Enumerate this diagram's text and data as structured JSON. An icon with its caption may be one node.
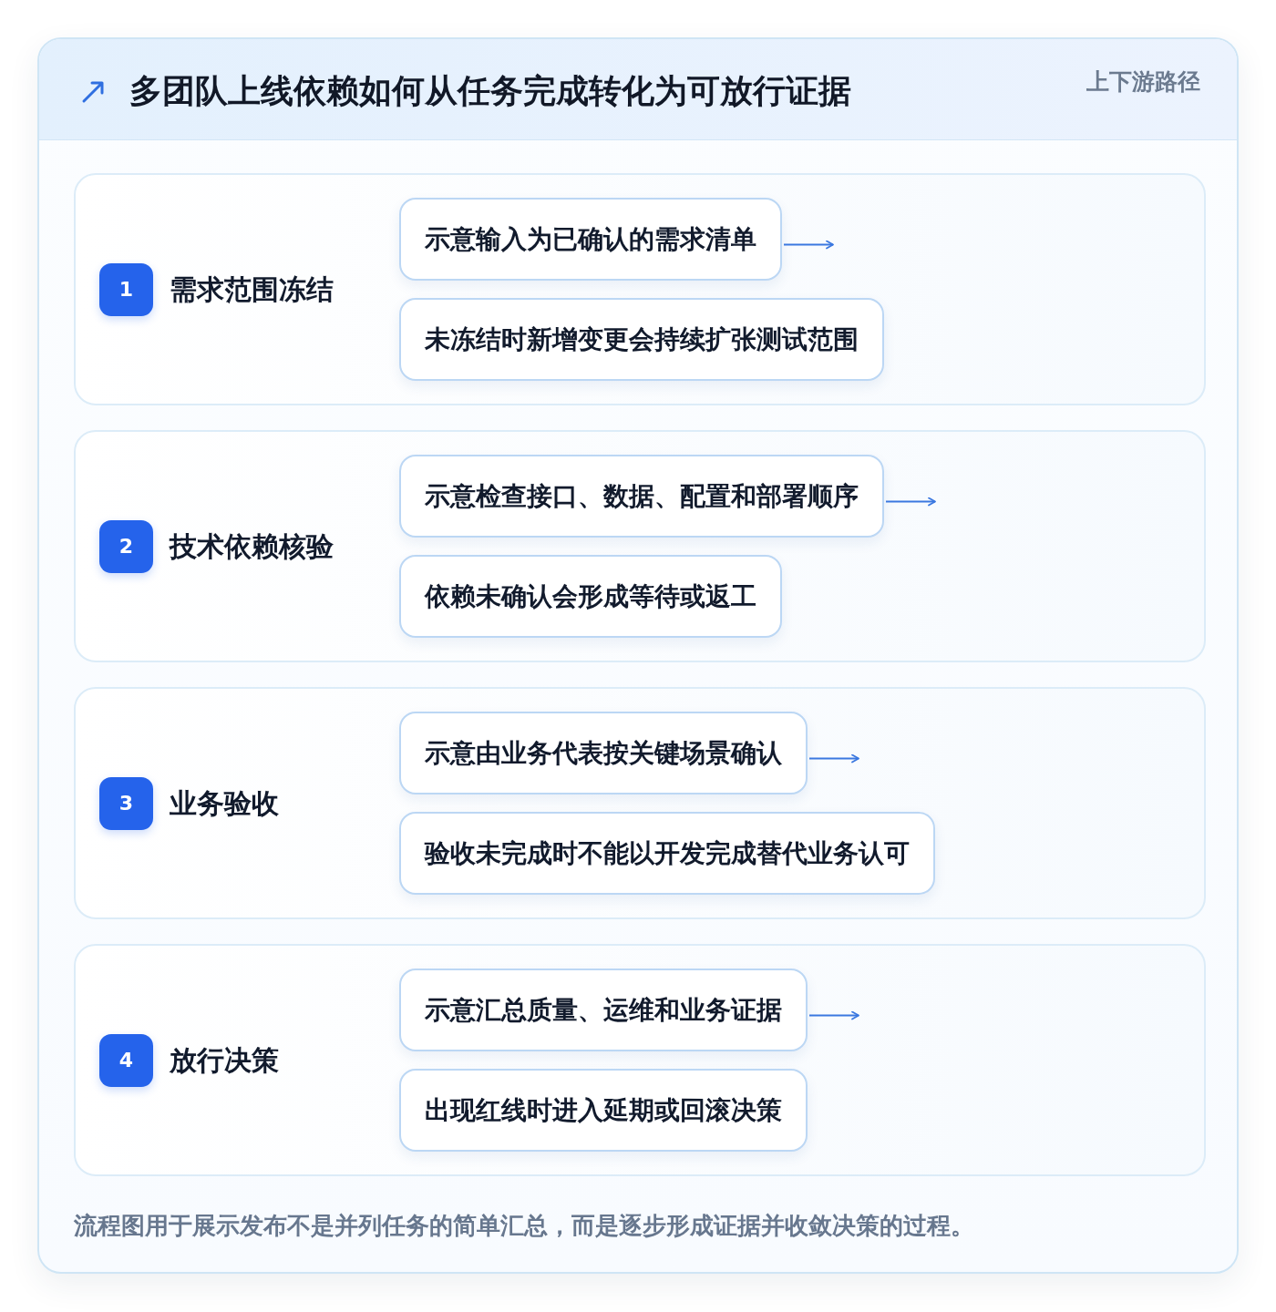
{
  "diagram": {
    "title": "多团队上线依赖如何从任务完成转化为可放行证据",
    "caption": "流程图用于展示发布不是并列任务的简单汇总，而是逐步形成证据并收敛决策的过程。",
    "nodes": [
      {
        "text": [
          "需求范围冻结"
        ]
      },
      {
        "text": [
          "1"
        ],
        "in": 0
      },
      {
        "text": [
          "示意输入为已确认的需求清单"
        ],
        "in": 0
      },
      {
        "text": [
          "未冻结时新增变更会持续扩张测试范围"
        ],
        "in": 0
      },
      {
        "text": [
          "技术依赖核验"
        ]
      },
      {
        "text": [
          "2"
        ],
        "in": 4
      },
      {
        "text": [
          "示意检查接口、数据、配置和部署顺序"
        ],
        "in": 4
      },
      {
        "text": [
          "依赖未确认会形成等待或返工"
        ],
        "in": 4
      },
      {
        "text": [
          "业务验收"
        ]
      },
      {
        "text": [
          "3"
        ],
        "in": 8
      },
      {
        "text": [
          "示意由业务代表按关键场景确认"
        ],
        "in": 8
      },
      {
        "text": [
          "验收未完成时不能以开发完成替代业务认可"
        ],
        "in": 8
      },
      {
        "text": [
          "放行决策"
        ]
      },
      {
        "text": [
          "4"
        ],
        "in": 12
      },
      {
        "text": [
          "示意汇总质量、运维和业务证据"
        ],
        "in": 12
      },
      {
        "text": [
          "出现红线时进入延期或回滚决策"
        ],
        "in": 12
      }
    ],
    "edges": [
      {
        "from": 2,
        "to": null,
        "arrow": "to"
      },
      {
        "from": 6,
        "to": null,
        "arrow": "to"
      },
      {
        "from": 10,
        "to": null,
        "arrow": "to"
      },
      {
        "from": 14,
        "to": null,
        "arrow": "to"
      }
    ],
    "labels": [
      "上下游路径"
    ]
  }
}
